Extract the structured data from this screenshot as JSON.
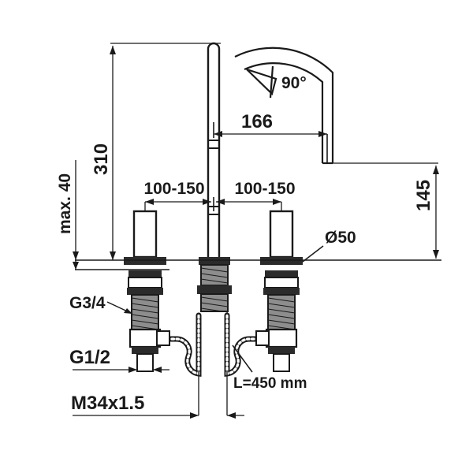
{
  "drawing": {
    "title": "Three-hole basin mixer dimensional drawing",
    "type": "technical-dimension-drawing",
    "units": "mm",
    "line_color": "#1a1a1a",
    "fill_color": "#2b2b2b",
    "background": "#ffffff"
  },
  "dimensions": {
    "height_total": "310",
    "max_deck_thickness": "max. 40",
    "spout_reach": "166",
    "spout_height": "145",
    "swivel_angle": "90°",
    "spread_left": "100-150",
    "spread_right": "100-150",
    "escutcheon_diameter": "Ø50",
    "inlet_thread": "G3/4",
    "supply_thread": "G1/2",
    "mounting_thread": "M34x1.5",
    "hose_length": "L=450 mm"
  },
  "labels": [
    {
      "id": "height-310",
      "text": "310",
      "kind": "vertical-dimension"
    },
    {
      "id": "max-40",
      "text": "max. 40",
      "kind": "vertical-dimension"
    },
    {
      "id": "reach-166",
      "text": "166",
      "kind": "horizontal-dimension"
    },
    {
      "id": "spout-height-145",
      "text": "145",
      "kind": "vertical-dimension"
    },
    {
      "id": "swivel-90",
      "text": "90°",
      "kind": "angle-annotation"
    },
    {
      "id": "spread-left",
      "text": "100-150",
      "kind": "horizontal-dimension"
    },
    {
      "id": "spread-right",
      "text": "100-150",
      "kind": "horizontal-dimension"
    },
    {
      "id": "diameter-50",
      "text": "Ø50",
      "kind": "leader-callout"
    },
    {
      "id": "thread-g34",
      "text": "G3/4",
      "kind": "leader-callout"
    },
    {
      "id": "thread-g12",
      "text": "G1/2",
      "kind": "horizontal-dimension"
    },
    {
      "id": "thread-m34",
      "text": "M34x1.5",
      "kind": "horizontal-dimension"
    },
    {
      "id": "hose-length",
      "text": "L=450 mm",
      "kind": "leader-callout"
    }
  ]
}
